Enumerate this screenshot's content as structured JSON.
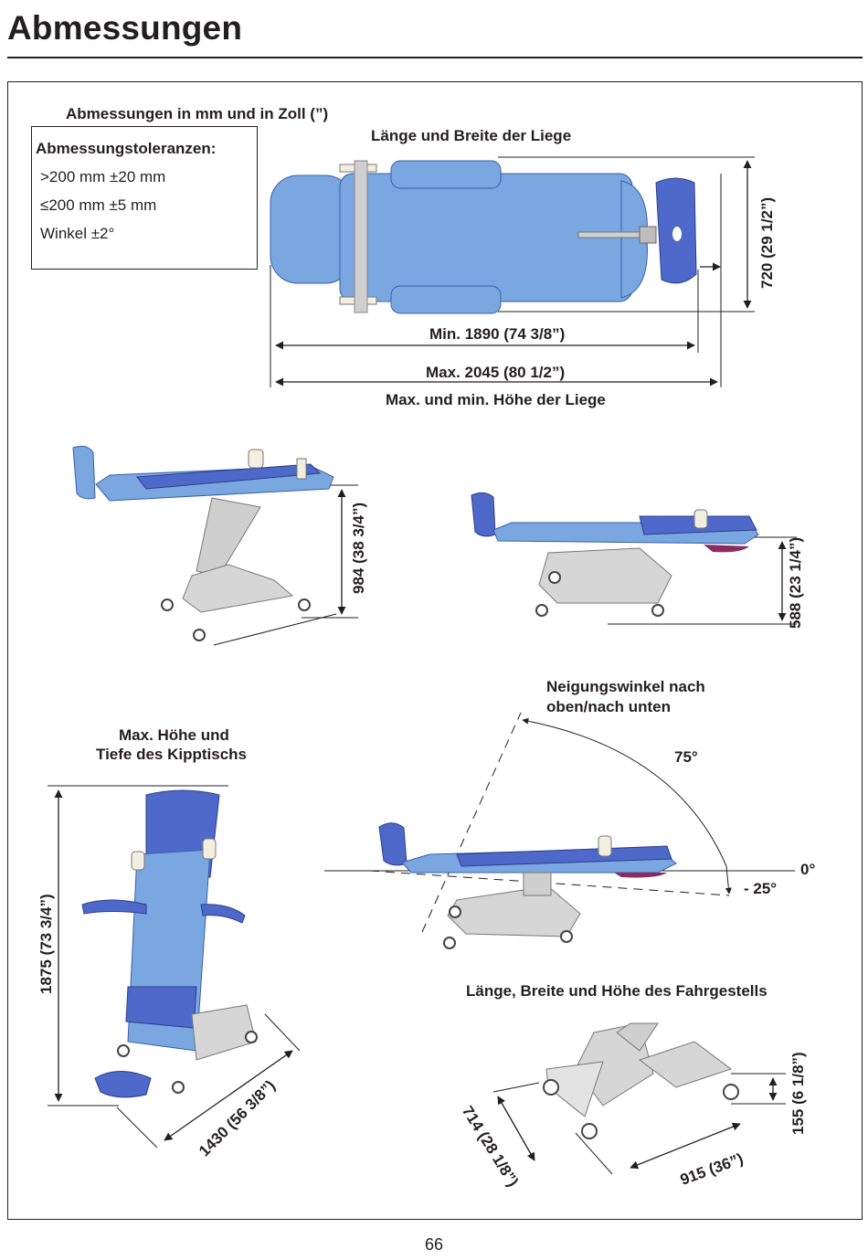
{
  "page": {
    "title": "Abmessungen",
    "page_number": "66"
  },
  "units_note": "Abmessungen in mm und in Zoll (”)",
  "tolerances": {
    "title": "Abmessungstoleranzen:",
    "rows": [
      ">200 mm ±20 mm",
      "≤200 mm ±5 mm",
      "Winkel  ±2°"
    ]
  },
  "top_view": {
    "heading": "Länge und Breite der Liege",
    "width_label": "720 (29 1/2”)",
    "min_length_label": "Min. 1890 (74 3/8”)",
    "max_length_label": "Max. 2045 (80 1/2”)"
  },
  "height_section": {
    "heading": "Max. und min. Höhe der Liege",
    "max_height_label": "984 (38 3/4”)",
    "min_height_label": "588 (23 1/4”)"
  },
  "tilt": {
    "heading_line1": "Neigungswinkel nach",
    "heading_line2": "oben/nach unten",
    "angle_up": "75°",
    "angle_zero": "0°",
    "angle_down": "- 25°"
  },
  "standing": {
    "heading_line1": "Max. Höhe und",
    "heading_line2": "Tiefe des Kipptischs",
    "height_label": "1875 (73 3/4”)",
    "depth_label": "1430 (56 3/8”)"
  },
  "chassis": {
    "heading": "Länge, Breite und Höhe des Fahrgestells",
    "width_label": "714 (28 1/8”)",
    "length_label": "915 (36”)",
    "height_label": "155 (6 1/8”)"
  },
  "colors": {
    "table_blue": "#7aa7e0",
    "table_dark_blue": "#4e69c9",
    "frame_grey": "#d6d6d6",
    "line": "#231f20"
  }
}
